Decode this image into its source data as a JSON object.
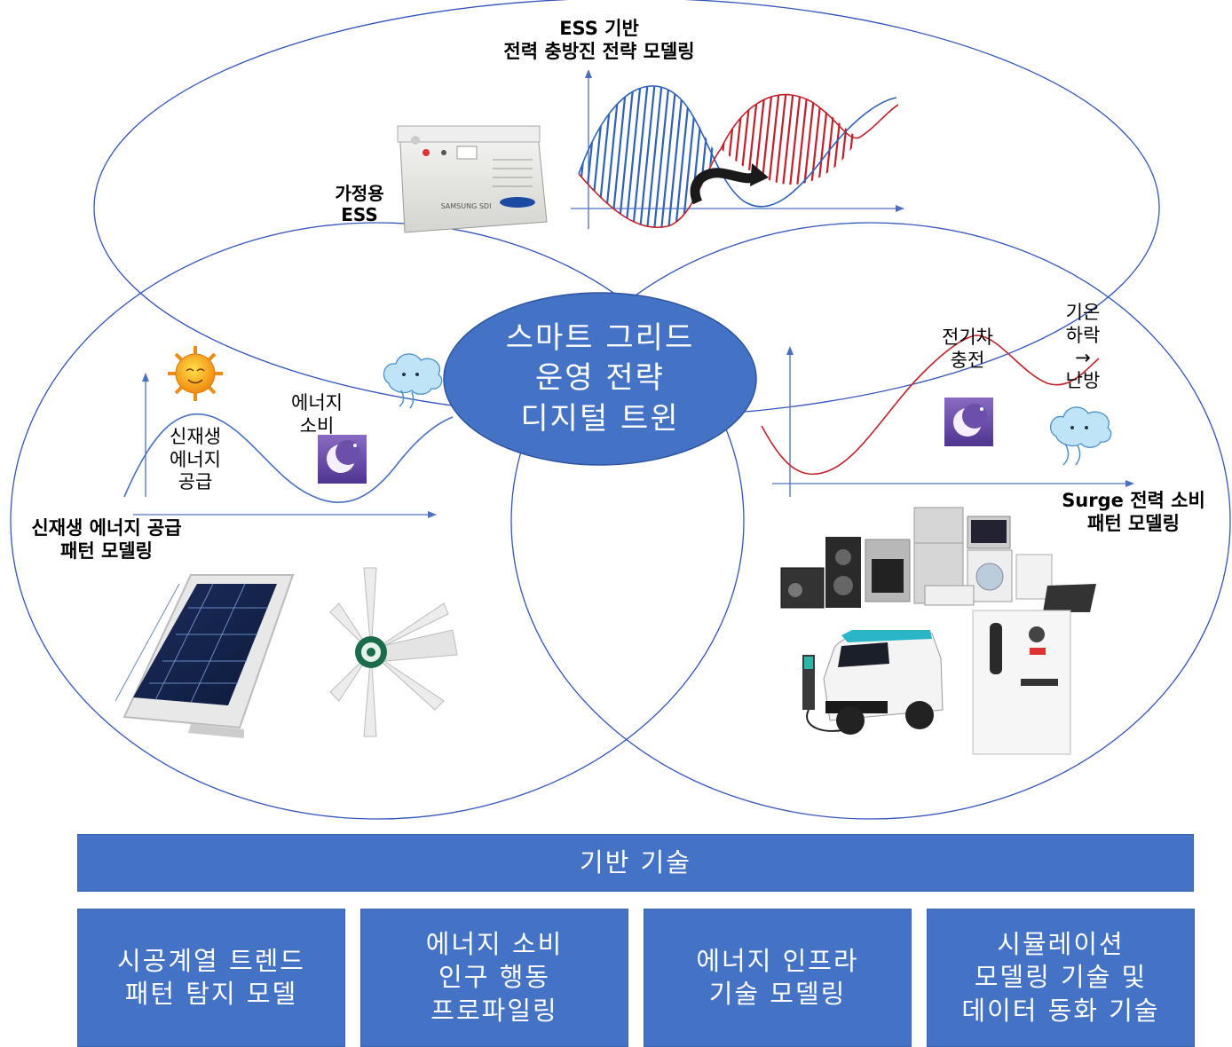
{
  "center": {
    "title": "스마트 그리드\n운영 전략\n디지털 트윈"
  },
  "ess": {
    "title": "ESS 기반\n전력 충방진 전략 모델링",
    "device_label": "가정용\nESS",
    "device_brand": "SAMSUNG SDI"
  },
  "renewable": {
    "title": "신재생 에너지 공급\n패턴 모델링",
    "supply_label": "신재생\n에너지\n공급",
    "consumption_label": "에너지\n소비"
  },
  "surge": {
    "title": "Surge 전력 소비\n패턴 모델링",
    "ev_label": "전기차\n충전",
    "heating_label": "기온\n하락\n→\n난방"
  },
  "foundation": {
    "header": "기반 기술",
    "boxes": [
      "시공계열 트렌드\n패턴 탐지 모델",
      "에너지 소비\n인구 행동\n프로파일링",
      "에너지 인프라\n기술 모델링",
      "시뮬레이션\n모델링 기술 및\n데이터 동화 기술"
    ]
  },
  "colors": {
    "accent": "#4472c4",
    "circle_outline": "#3355bb",
    "discharge": "#2e62b8",
    "charge": "#c0202a"
  }
}
